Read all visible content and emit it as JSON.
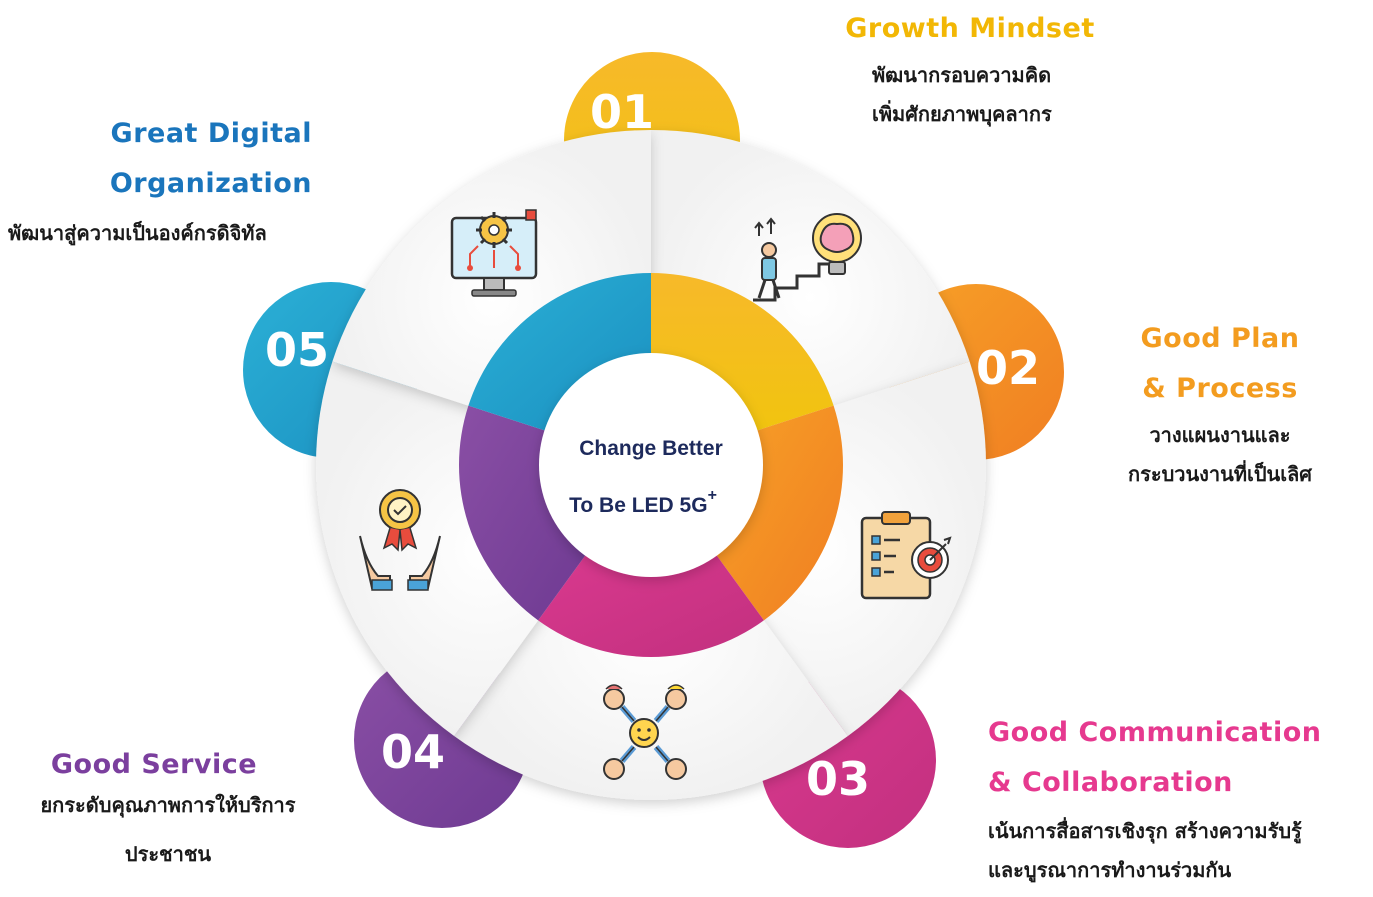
{
  "center": {
    "line1": "Change Better",
    "line2": "To Be LED 5G",
    "superscript": "+"
  },
  "segments": [
    {
      "number": "01",
      "title_lines": [
        "Growth Mindset"
      ],
      "desc_lines": [
        "พัฒนากรอบความคิด",
        "เพิ่มศักยภาพบุคลากร"
      ],
      "color": "#f2b705",
      "icon": "growth-mindset-icon"
    },
    {
      "number": "02",
      "title_lines": [
        "Good Plan",
        "& Process"
      ],
      "desc_lines": [
        "วางแผนงานและ",
        "กระบวนงานที่เป็นเลิศ"
      ],
      "color": "#f39c1f",
      "icon": "plan-target-icon"
    },
    {
      "number": "03",
      "title_lines": [
        "Good Communication",
        "& Collaboration"
      ],
      "desc_lines": [
        "เน้นการสื่อสารเชิงรุก สร้างความรับรู้",
        "และบูรณาการทำงานร่วมกัน"
      ],
      "color": "#e6398f",
      "icon": "team-collaboration-icon"
    },
    {
      "number": "04",
      "title_lines": [
        "Good Service"
      ],
      "desc_lines": [
        "ยกระดับคุณภาพการให้บริการ",
        "ประชาชน"
      ],
      "color": "#7b3f9e",
      "icon": "service-award-hands-icon"
    },
    {
      "number": "05",
      "title_lines": [
        "Great Digital",
        "Organization"
      ],
      "desc_lines": [
        "พัฒนาสู่ความเป็นองค์กรดิจิทัล"
      ],
      "color": "#1da0d0",
      "icon": "digital-monitor-gear-icon"
    }
  ]
}
